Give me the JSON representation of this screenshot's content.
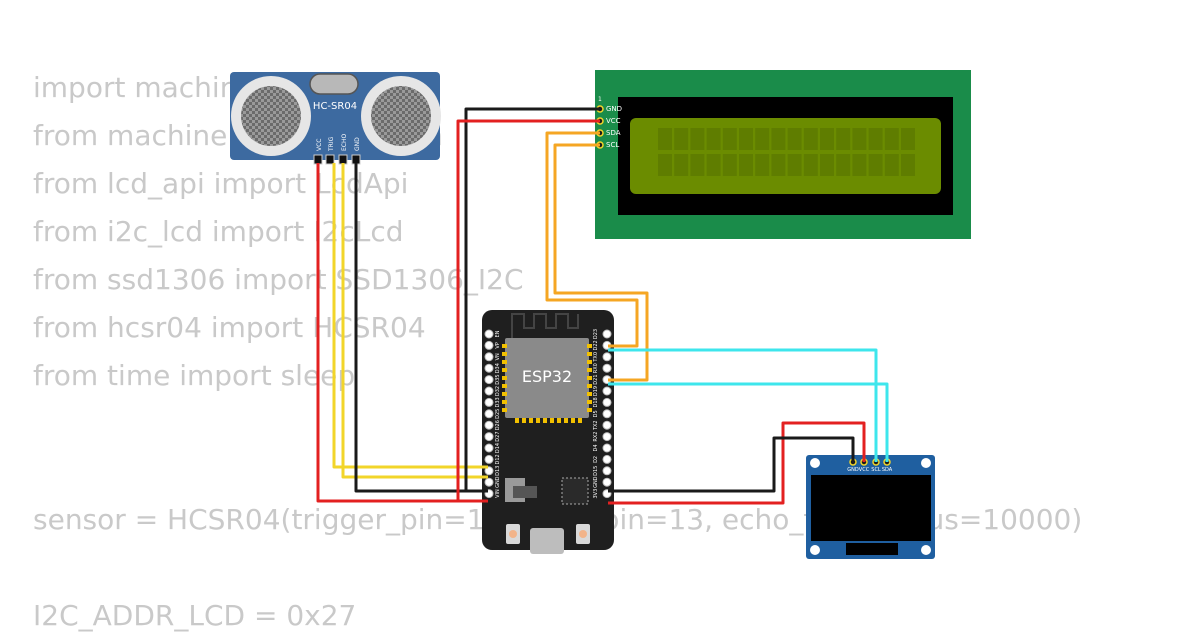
{
  "code_lines": [
    {
      "text": "import machine",
      "line": 0
    },
    {
      "text": "from machine import I2C, Pin",
      "line": 1
    },
    {
      "text": "from lcd_api import LcdApi",
      "line": 2
    },
    {
      "text": "from i2c_lcd import I2cLcd",
      "line": 3
    },
    {
      "text": "from ssd1306 import SSD1306_I2C",
      "line": 4
    },
    {
      "text": "from hcsr04 import HCSR04",
      "line": 5
    },
    {
      "text": "from time import sleep",
      "line": 6
    },
    {
      "text": "sensor = HCSR04(trigger_pin=12, echo_pin=13, echo_timeout_us=10000)",
      "line": 9
    },
    {
      "text": "I2C_ADDR_LCD = 0x27",
      "line": 11
    }
  ],
  "sensor": {
    "label": "HC-SR04",
    "pins": [
      "VCC",
      "TRIG",
      "ECHO",
      "GND"
    ]
  },
  "lcd": {
    "pin_one_marker": "1",
    "pins": [
      "GND",
      "VCC",
      "SDA",
      "SCL"
    ]
  },
  "esp32": {
    "label": "ESP32",
    "left_pins": [
      "EN",
      "VP",
      "VN",
      "D34",
      "D35",
      "D32",
      "D33",
      "D25",
      "D26",
      "D27",
      "D14",
      "D12",
      "D13",
      "GND",
      "VIN"
    ],
    "right_pins": [
      "D23",
      "D22",
      "TX0",
      "RX0",
      "D21",
      "D19",
      "D18",
      "D5",
      "TX2",
      "RX2",
      "D4",
      "D2",
      "D15",
      "GND",
      "3V3"
    ]
  },
  "oled": {
    "pins": [
      "GND",
      "VCC",
      "SCL",
      "SDA"
    ]
  },
  "colors": {
    "wire_red": "#e32020",
    "wire_black": "#1a1a1a",
    "wire_yellow": "#f2d52a",
    "wire_orange": "#f5a623",
    "wire_cyan": "#3ee6ec",
    "lcd_board": "#1a8c4a",
    "lcd_screen": "#6b8c00",
    "sensor_board": "#3d6aa0",
    "oled_board": "#1f5fa0"
  }
}
